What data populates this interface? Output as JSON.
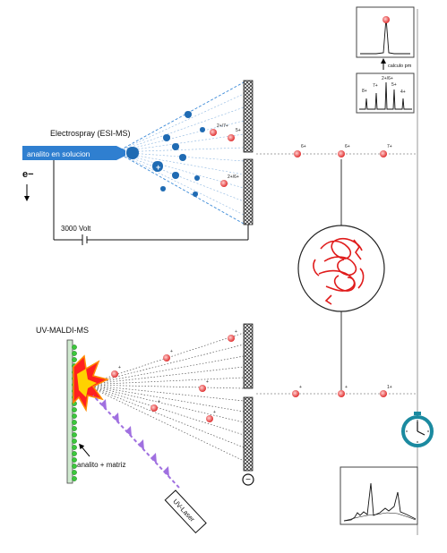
{
  "esi": {
    "title": "Electrospray (ESI-MS)",
    "capillary_label": "analito en solucion",
    "electron_label": "e−",
    "voltage_label": "3000 Volt",
    "plus_sign": "+",
    "ion_labels": [
      "2+/7+",
      "5+",
      "2+/6+"
    ]
  },
  "maldi": {
    "title": "UV-MALDI-MS",
    "plate_label": "analito + matriz",
    "laser_label": "UV-Laser",
    "ion_labels": [
      "+",
      "+",
      "+",
      "+",
      "+",
      "+"
    ]
  },
  "flight": {
    "top_labels": [
      "6+",
      "6+",
      "7+"
    ],
    "bottom_labels": [
      "+",
      "+",
      "1+"
    ]
  },
  "detector": {
    "minus_sign": "−"
  },
  "spectra": {
    "top_caption": "calculo pm",
    "peaks_labels": [
      "8+",
      "7+",
      "2+/6+",
      "5+",
      "4+"
    ]
  },
  "colors": {
    "accent_blue": "#2f7fd0",
    "drop_blue": "#1f6bb3",
    "ion_red": "#e03030",
    "protein_red": "#e01b1b",
    "laser_purple": "#a070e0",
    "bead_green": "#3cc83c",
    "clock_teal": "#1b8aa0"
  }
}
